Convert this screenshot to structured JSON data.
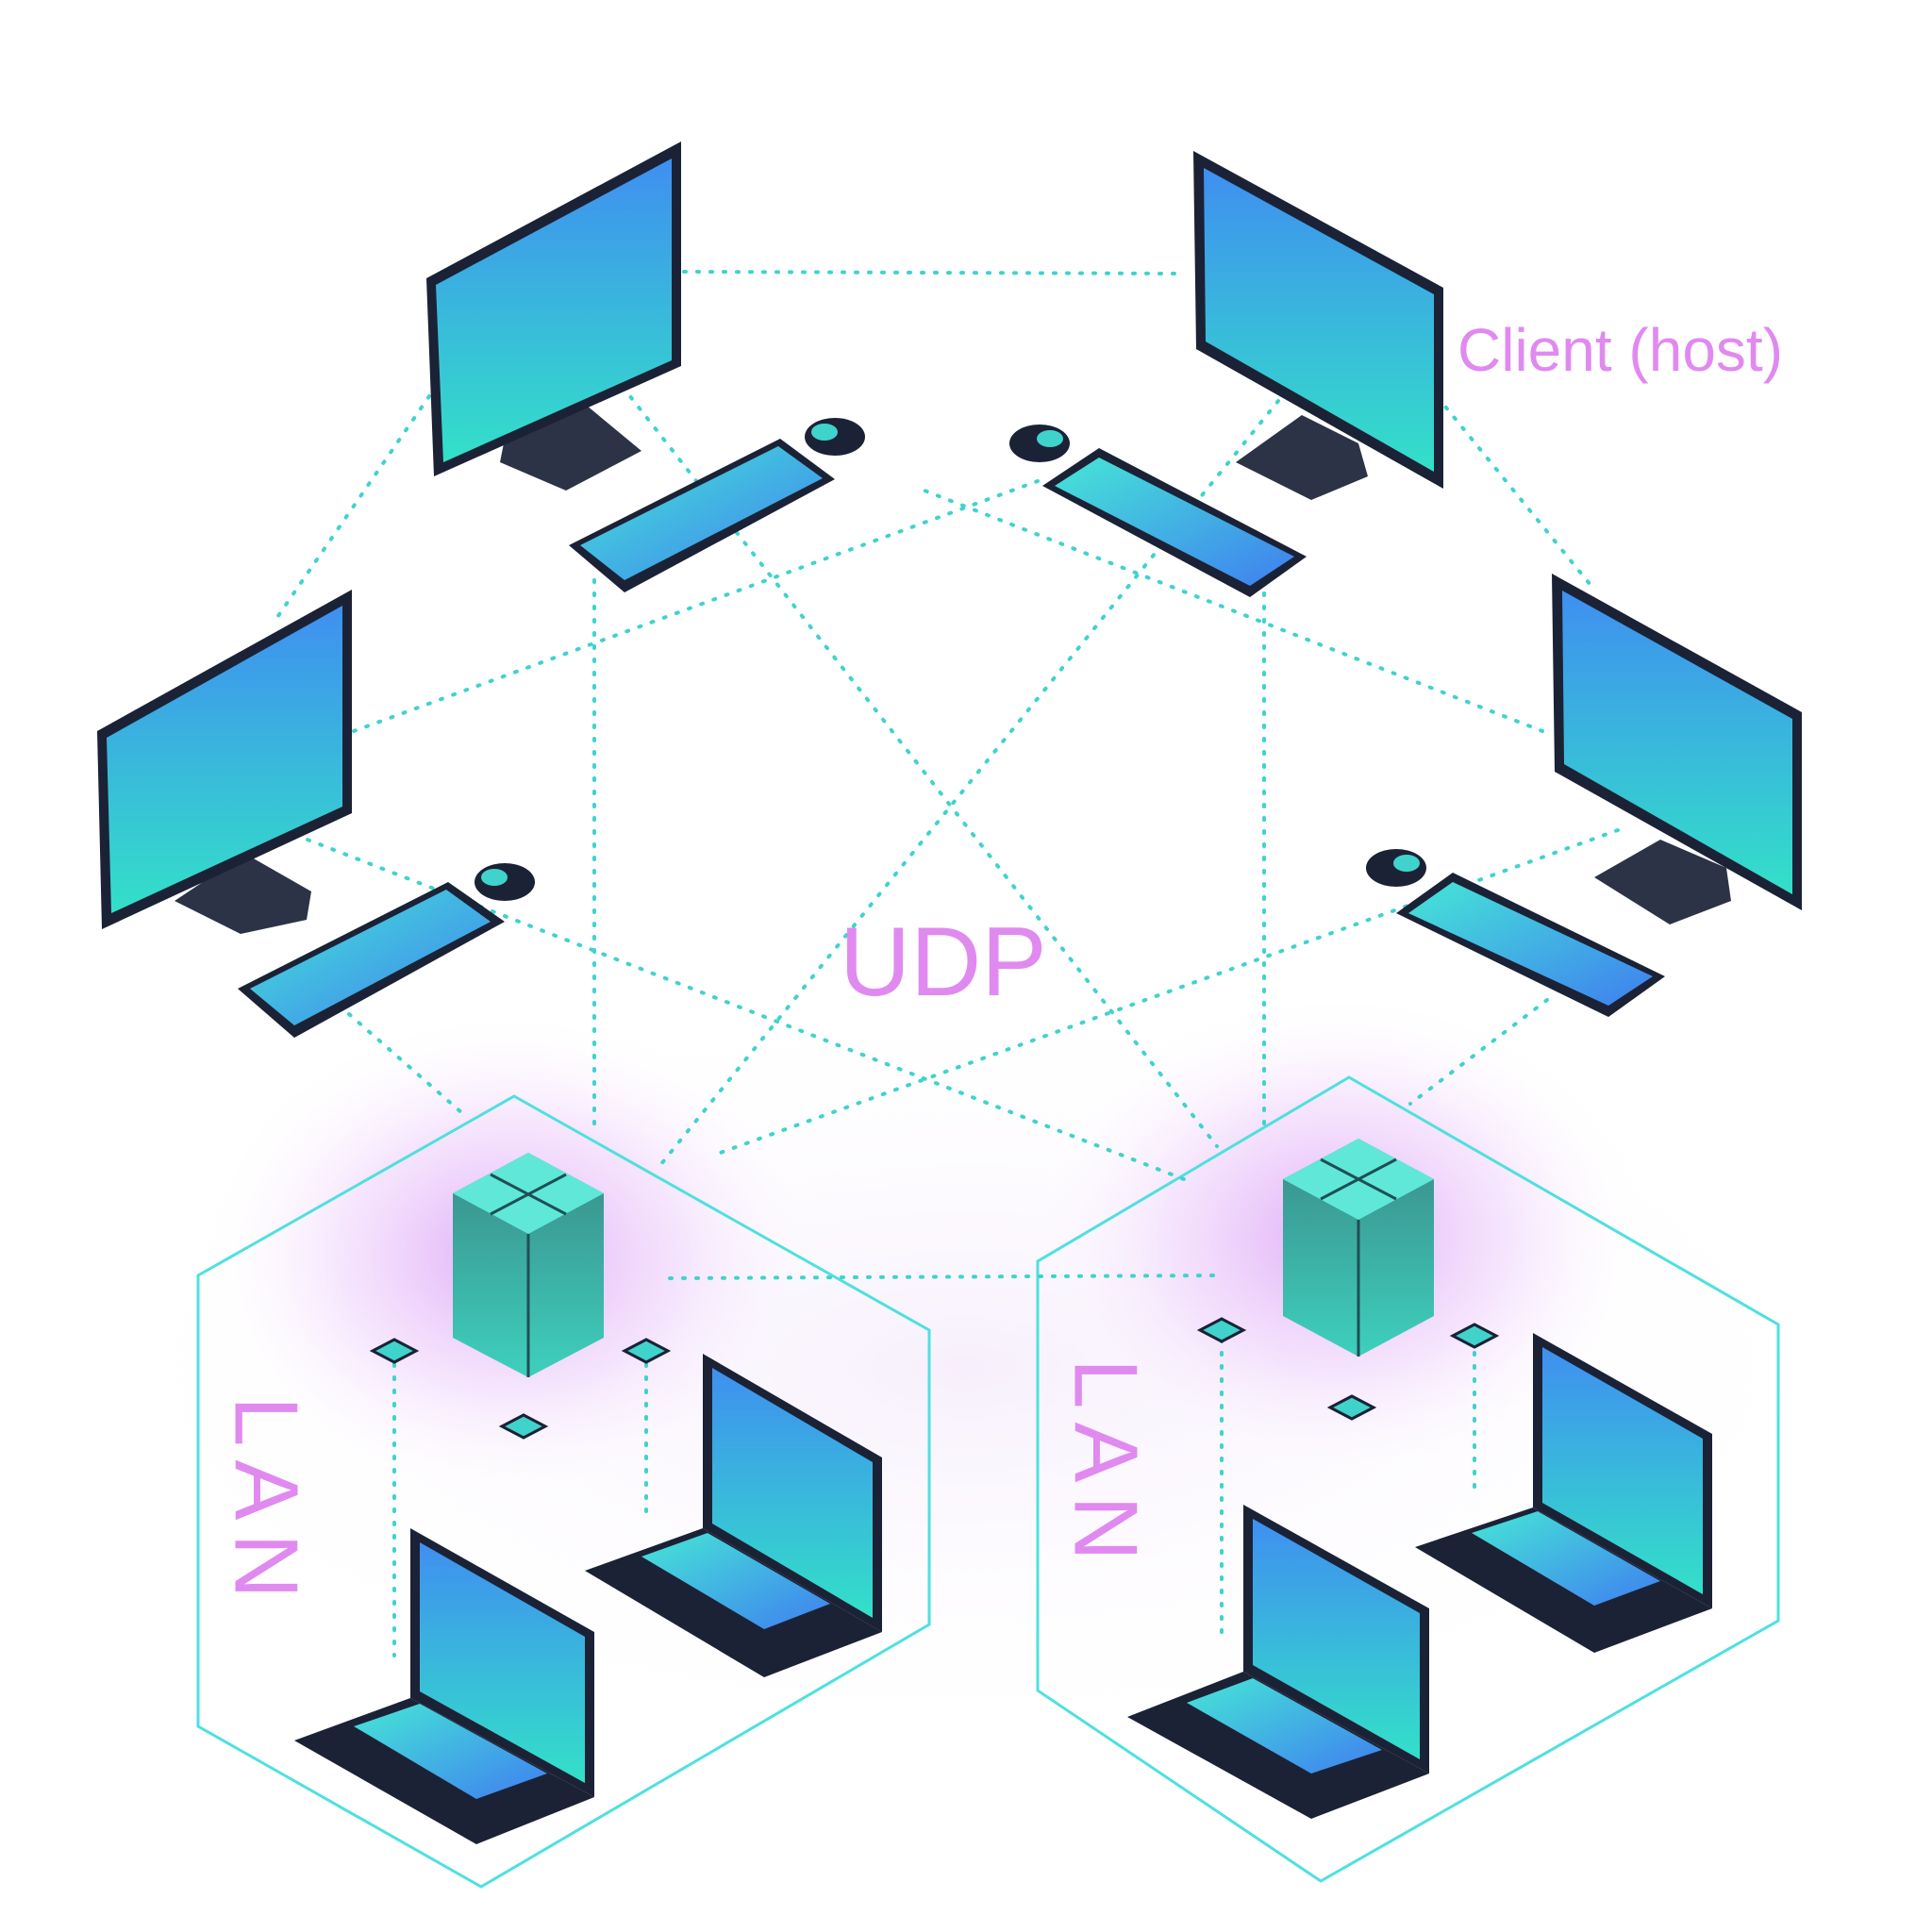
{
  "labels": {
    "client": "Client (host)",
    "protocol": "UDP",
    "lan_left": "LAN",
    "lan_right": "LAN"
  },
  "colors": {
    "link": "#3fd3cc",
    "label": "#e08af0",
    "lan_border": "#4fe0e0",
    "glow": "#d99cf5",
    "screen_top": "#3f8ff0",
    "screen_bottom": "#33e0c8",
    "bezel": "#1b2236"
  },
  "icons": [
    "desktop-monitor-icon",
    "keyboard-icon",
    "mouse-icon",
    "server-rack-icon",
    "router-icon",
    "laptop-icon"
  ]
}
